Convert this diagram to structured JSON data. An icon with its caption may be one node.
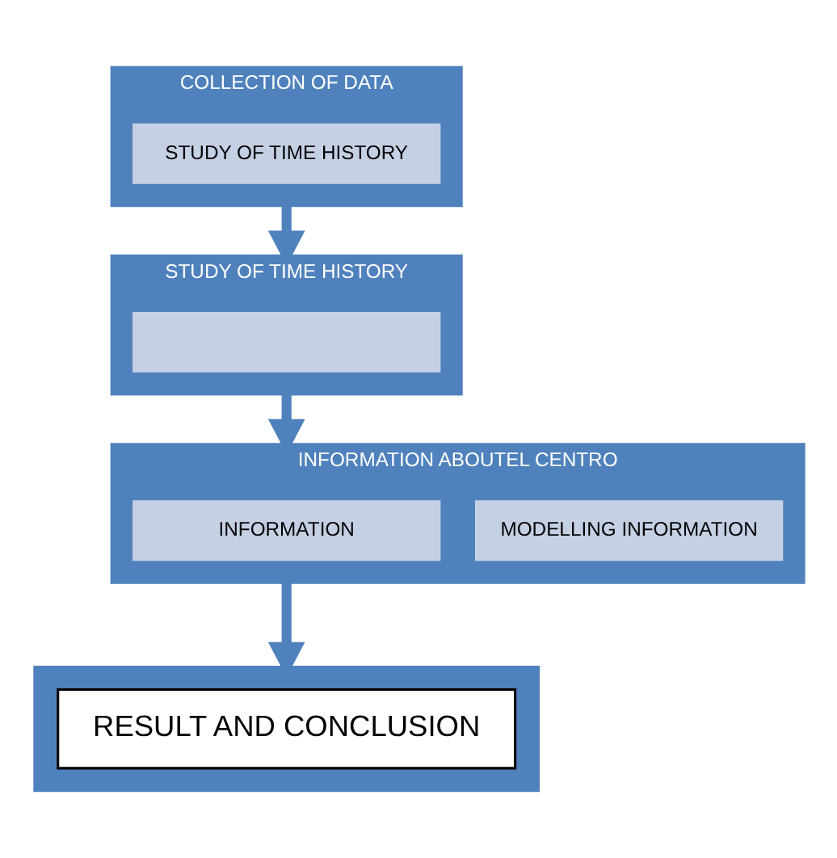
{
  "diagram": {
    "nodes": [
      {
        "text": [
          "COLLECTION OF DATA"
        ]
      },
      {
        "text": [
          "STUDY OF TIME HISTORY"
        ],
        "in": 0
      },
      {
        "text": [
          "STUDY OF TIME HISTORY"
        ]
      },
      {
        "text": [],
        "shape": "box",
        "in": 2
      },
      {
        "text": [
          "INFORMATION ABOUTEL CENTRO"
        ]
      },
      {
        "text": [
          "INFORMATION"
        ],
        "in": 4
      },
      {
        "text": [
          "MODELLING INFORMATION"
        ],
        "in": 4
      },
      {
        "text": [],
        "shape": "box"
      },
      {
        "text": [
          "RESULT AND CONCLUSION"
        ],
        "in": 7
      }
    ],
    "edges": [
      {
        "from": 0,
        "to": 2,
        "arrow": "to"
      },
      {
        "from": 2,
        "to": 4,
        "arrow": "to"
      },
      {
        "from": 4,
        "to": 7,
        "arrow": "to"
      }
    ]
  }
}
